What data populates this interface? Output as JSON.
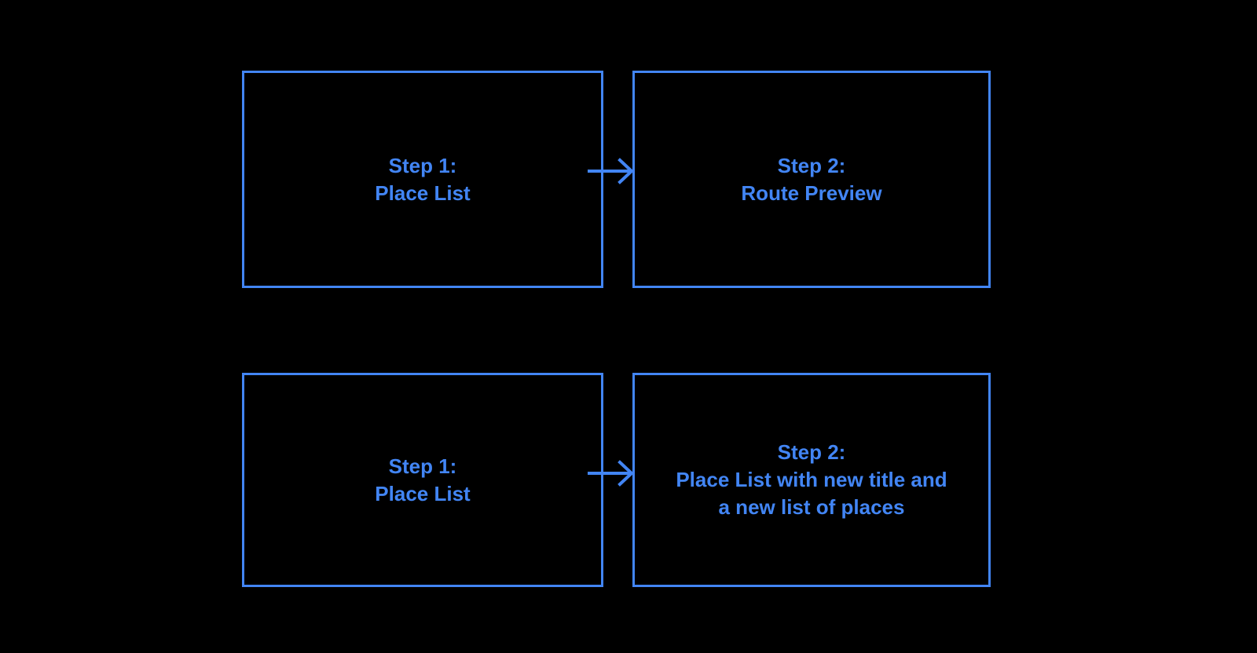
{
  "diagram": {
    "background_color": "#000000",
    "accent_color": "#4285f4",
    "flows": [
      {
        "name": "route-preview-flow",
        "steps": [
          {
            "label": "Step 1:\nPlace List"
          },
          {
            "label": "Step 2:\nRoute Preview"
          }
        ],
        "connector": {
          "icon": "arrow-right-icon",
          "direction": "right"
        }
      },
      {
        "name": "place-list-update-flow",
        "steps": [
          {
            "label": "Step 1:\nPlace List"
          },
          {
            "label": "Step 2:\nPlace List with new title and\na new list of places"
          }
        ],
        "connector": {
          "icon": "arrow-right-icon",
          "direction": "right"
        }
      }
    ]
  }
}
